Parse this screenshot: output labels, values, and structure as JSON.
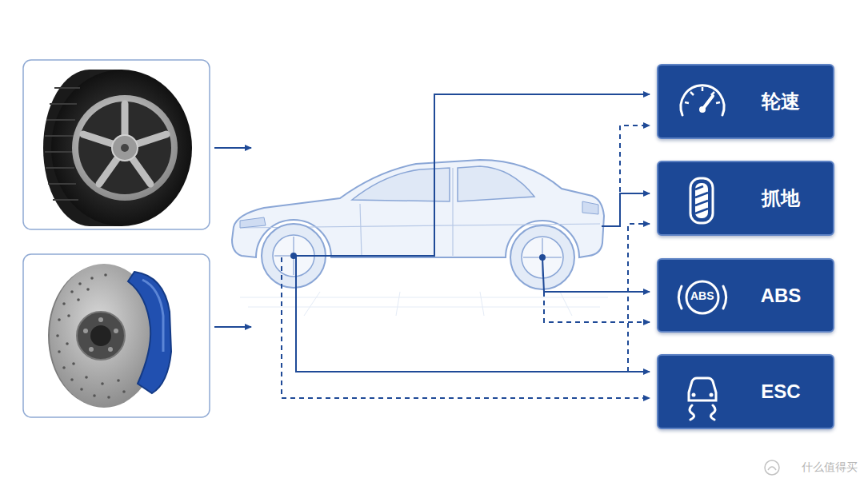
{
  "diagram": {
    "nodes": [
      {
        "text": [
          "轮速"
        ]
      },
      {
        "text": [
          "抓地"
        ]
      },
      {
        "text": [
          "ABS",
          "ABS"
        ]
      },
      {
        "text": [
          "ESC"
        ]
      }
    ],
    "labels": [
      "什么值得买"
    ]
  }
}
